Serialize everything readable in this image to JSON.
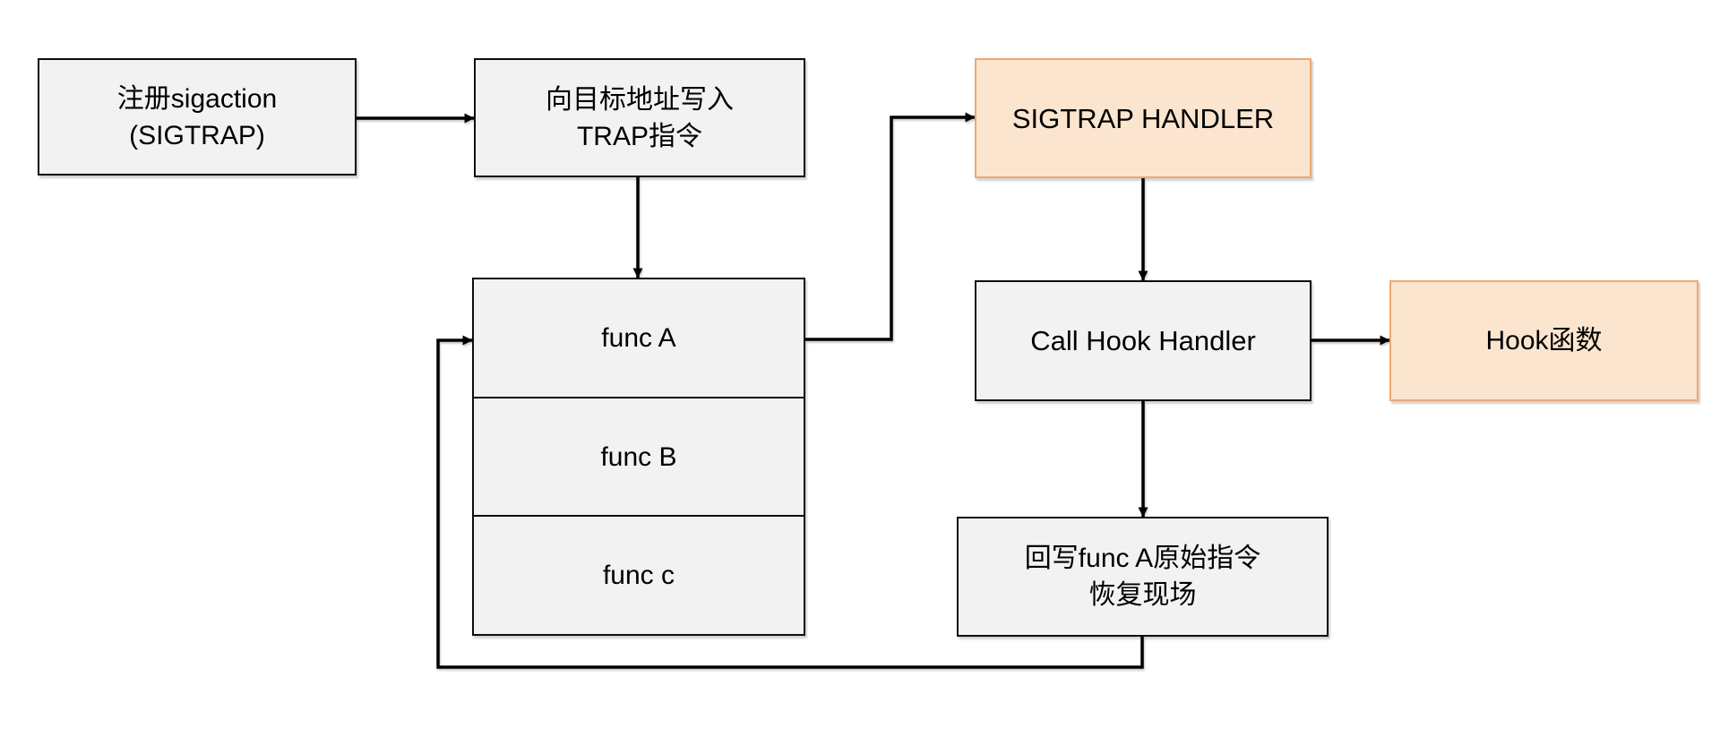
{
  "diagram": {
    "type": "flowchart",
    "background": "#ffffff",
    "nodes": {
      "register": {
        "label": "注册sigaction\n(SIGTRAP)"
      },
      "write_trap": {
        "label": "向目标地址写入\nTRAP指令"
      },
      "sigtrap_handler": {
        "label": "SIGTRAP HANDLER"
      },
      "func_stack": {
        "items": [
          {
            "label": "func A"
          },
          {
            "label": "func B"
          },
          {
            "label": "func c"
          }
        ]
      },
      "call_hook": {
        "label": "Call Hook Handler"
      },
      "hook_fn": {
        "label": "Hook函数"
      },
      "restore": {
        "label": "回写func A原始指令\n恢复现场"
      }
    },
    "edges": [
      {
        "from": "register",
        "to": "write_trap"
      },
      {
        "from": "write_trap",
        "to": "func A"
      },
      {
        "from": "func A",
        "to": "sigtrap_handler"
      },
      {
        "from": "sigtrap_handler",
        "to": "call_hook"
      },
      {
        "from": "call_hook",
        "to": "hook_fn"
      },
      {
        "from": "call_hook",
        "to": "restore"
      },
      {
        "from": "restore",
        "to": "func A"
      }
    ],
    "colors": {
      "node_fill": "#f2f2f2",
      "node_border": "#0d0d0d",
      "accent_fill": "#fce5cf",
      "accent_border": "#efa871",
      "arrow": "#000000",
      "text": "#000000"
    }
  }
}
